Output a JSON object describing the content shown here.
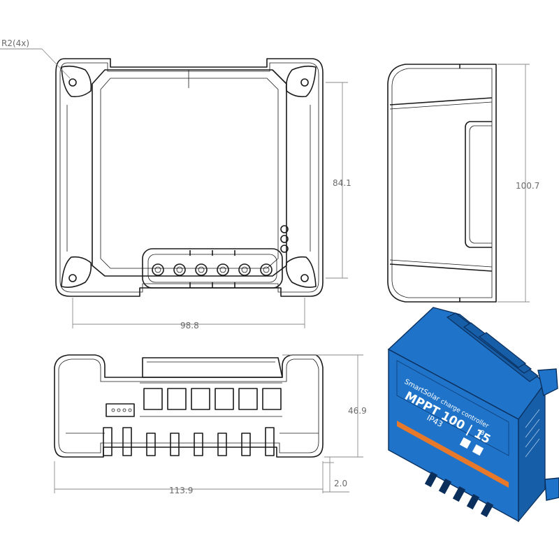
{
  "dimensions": {
    "radius_note": "R2(4x)",
    "front_height": "84.1",
    "side_height": "100.7",
    "front_width": "98.8",
    "bottom_height": "46.9",
    "bottom_width": "113.9",
    "foot_offset": "2.0"
  },
  "product": {
    "brand": "SmartSolar",
    "subtitle": "charge controller",
    "model": "MPPT 100 | 15",
    "rating": "IP43"
  },
  "colors": {
    "housing_blue": "#1f73c9",
    "accent_orange": "#e8792b"
  }
}
